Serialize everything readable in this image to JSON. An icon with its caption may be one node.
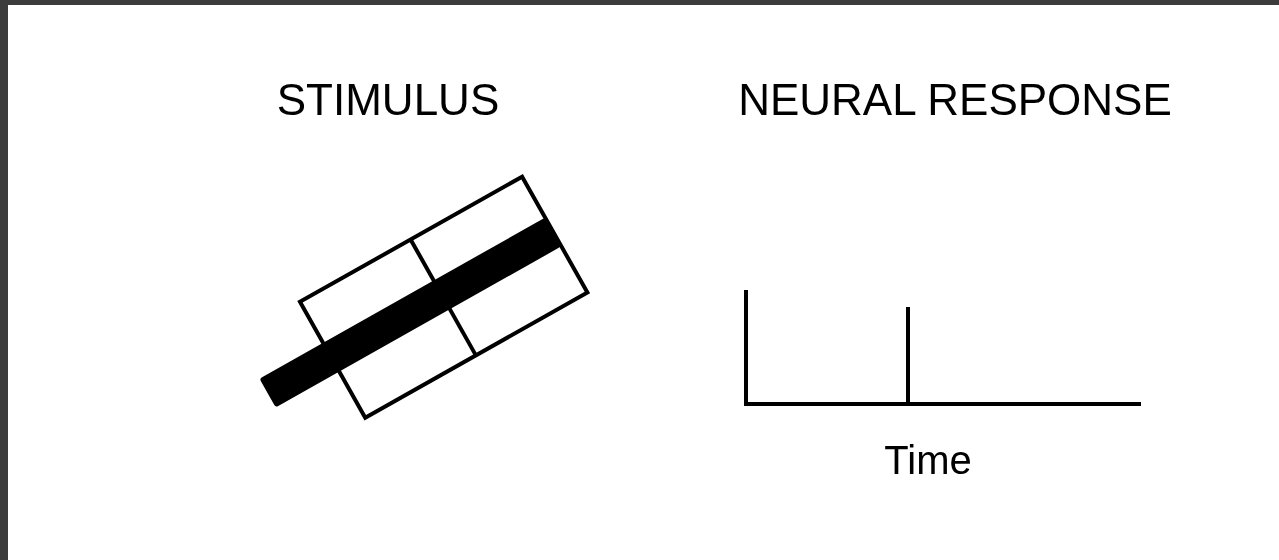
{
  "diagram": {
    "labels": [
      "STIMULUS",
      "NEURAL RESPONSE",
      "Time"
    ]
  }
}
